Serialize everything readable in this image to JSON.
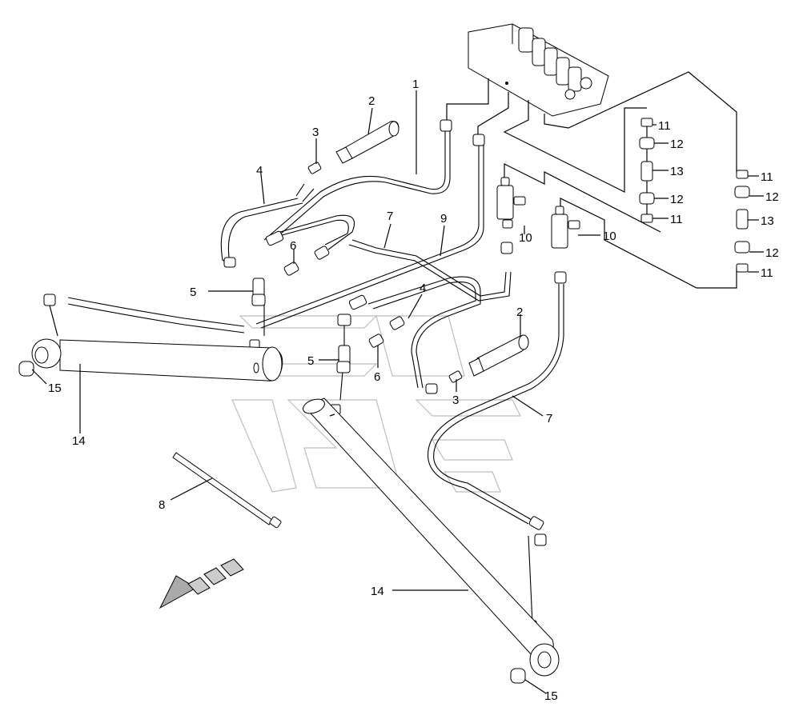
{
  "callouts": [
    {
      "id": "c1",
      "text": "1"
    },
    {
      "id": "c2a",
      "text": "2"
    },
    {
      "id": "c2b",
      "text": "2"
    },
    {
      "id": "c3a",
      "text": "3"
    },
    {
      "id": "c3b",
      "text": "3"
    },
    {
      "id": "c4a",
      "text": "4"
    },
    {
      "id": "c4b",
      "text": "4"
    },
    {
      "id": "c5a",
      "text": "5"
    },
    {
      "id": "c5b",
      "text": "5"
    },
    {
      "id": "c6a",
      "text": "6"
    },
    {
      "id": "c6b",
      "text": "6"
    },
    {
      "id": "c7a",
      "text": "7"
    },
    {
      "id": "c7b",
      "text": "7"
    },
    {
      "id": "c8",
      "text": "8"
    },
    {
      "id": "c9",
      "text": "9"
    },
    {
      "id": "c10a",
      "text": "10"
    },
    {
      "id": "c10b",
      "text": "10"
    },
    {
      "id": "c11a",
      "text": "11"
    },
    {
      "id": "c11b",
      "text": "11"
    },
    {
      "id": "c11c",
      "text": "11"
    },
    {
      "id": "c11d",
      "text": "11"
    },
    {
      "id": "c12a",
      "text": "12"
    },
    {
      "id": "c12b",
      "text": "12"
    },
    {
      "id": "c12c",
      "text": "12"
    },
    {
      "id": "c12d",
      "text": "12"
    },
    {
      "id": "c13a",
      "text": "13"
    },
    {
      "id": "c13b",
      "text": "13"
    },
    {
      "id": "c14a",
      "text": "14"
    },
    {
      "id": "c14b",
      "text": "14"
    },
    {
      "id": "c15a",
      "text": "15"
    },
    {
      "id": "c15b",
      "text": "15"
    }
  ]
}
